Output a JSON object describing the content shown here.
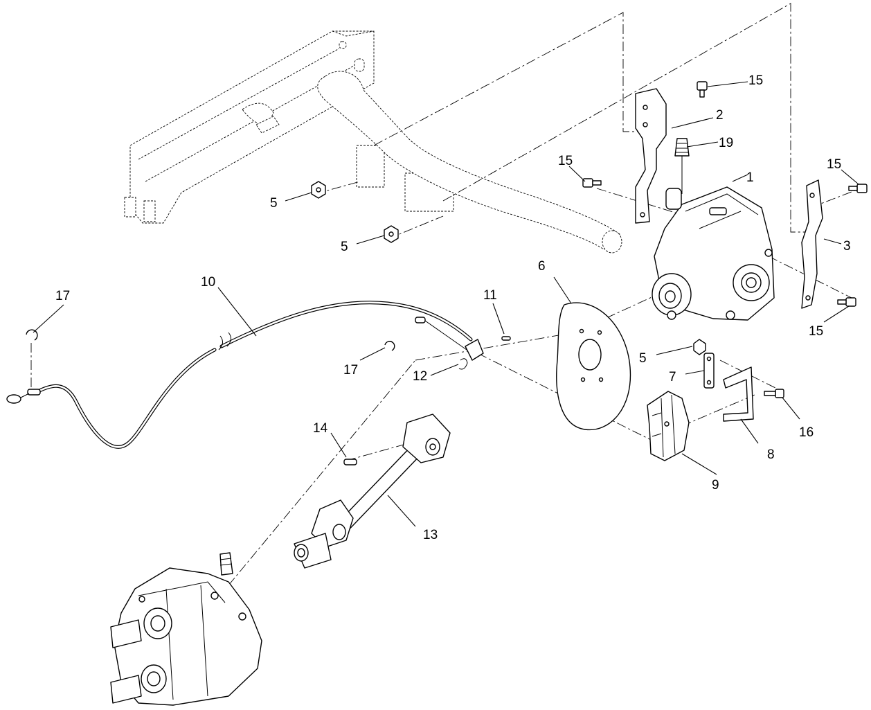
{
  "callouts": {
    "c1": "1",
    "c2": "2",
    "c3": "3",
    "c5a": "5",
    "c5b": "5",
    "c5c": "5",
    "c6": "6",
    "c7": "7",
    "c8": "8",
    "c9": "9",
    "c10": "10",
    "c11": "11",
    "c12": "12",
    "c13": "13",
    "c14": "14",
    "c15a": "15",
    "c15b": "15",
    "c15c": "15",
    "c15d": "15",
    "c16": "16",
    "c17a": "17",
    "c17b": "17",
    "c19": "19"
  }
}
